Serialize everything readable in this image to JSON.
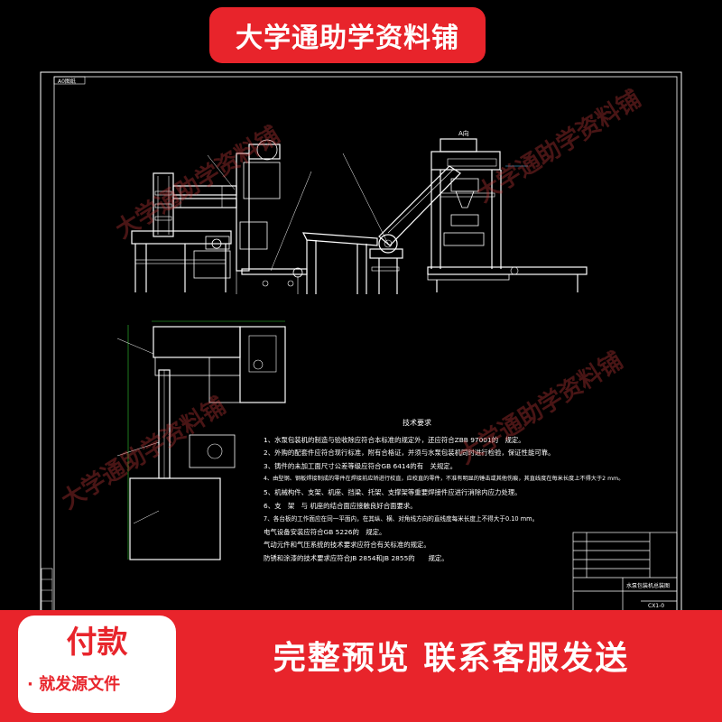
{
  "banner": {
    "title": "大学通助学资料铺"
  },
  "watermarks": [
    "大学通助学资料铺",
    "大学通助学资料铺",
    "大学通助学资料铺",
    "大学通助学资料铺"
  ],
  "drawing": {
    "frame_tag": "A0图纸",
    "view_label": "A向",
    "requirements_title": "技术要求",
    "requirements": [
      "1、水泵包装机的制造与验收除应符合本标准的规定外，还应符合ZBB 97001的　规定。",
      "2、外购的配套件应符合现行标准，附有合格证，并须与水泵包装机同时进行检验，保证性能可靠。",
      "3、铸件的未加工面尺寸公差等级应符合GB 6414的有　关规定。",
      "4、由型钢、钢板焊接制成的零件在焊接前应矫进行校直，应校直的零件，不准有明显的锤击或其他伤痕，其直线度在每米长度上不得大于2 mm。",
      "5、机械构件、支架、机座、挡梁、托架、支撑架等重要焊接件应进行消除内应力处理。",
      "6、支　架　与 机座的结合面应接触良好合面要求。",
      "7、各台板的工作面应在同一平面内，在其纵、横、对角线方向的直线度每米长度上不得大于0.10 mm。",
      "电气设备安装应符合GB 5226的　规定。",
      "气动元件和气压系统的技术要求应符合有关标准的规定。",
      "防锈和涂漆的技术要求应符合JB 2854和JB 2855的　　规定。"
    ],
    "title_block": {
      "name": "水泵包装机总装图",
      "sheet": "CX1-0"
    }
  },
  "footer": {
    "pay_title": "付款",
    "pay_subtitle": "· 就发源文件",
    "cta": "完整预览  联系客服发送"
  },
  "colors": {
    "accent": "#e8242b",
    "background": "#000000",
    "line": "#ffffff"
  }
}
